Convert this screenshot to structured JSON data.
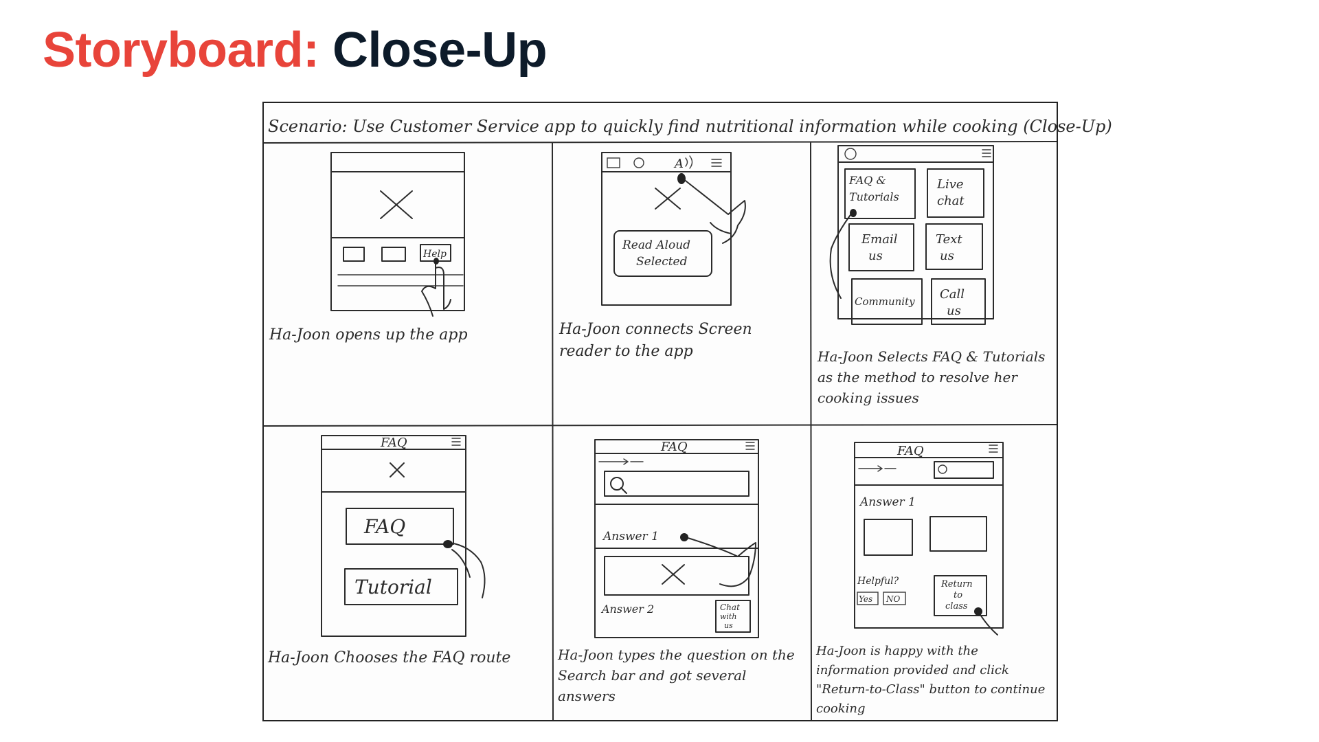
{
  "slide": {
    "title_accent": "Storyboard:",
    "title_main": "Close-Up",
    "accent_color": "#e8443a",
    "title_color": "#0d1b2a"
  },
  "storyboard": {
    "scenario": "Scenario: Use Customer Service app to quickly find nutritional information while cooking (Close-Up)",
    "panels": [
      {
        "caption": "Ha-Joon opens up the app",
        "sketch_labels": {
          "help_button": "Help"
        }
      },
      {
        "caption": "Ha-Joon connects Screen reader to the app",
        "sketch_labels": {
          "read_aloud": "Read Aloud Selected",
          "icon_text": "A"
        }
      },
      {
        "caption": "Ha-Joon Selects FAQ & Tutorials as the method to resolve her cooking issues",
        "sketch_labels": {
          "faq_tutorials": "FAQ & Tutorials",
          "live_chat": "Live chat",
          "email_us": "Email us",
          "text_us": "Text us",
          "community": "Community",
          "call_us": "Call us"
        }
      },
      {
        "caption": "Ha-Joon Chooses the FAQ route",
        "sketch_labels": {
          "header": "FAQ",
          "faq": "FAQ",
          "tutorial": "Tutorial"
        }
      },
      {
        "caption": "Ha-Joon types the question on the Search bar and got several answers",
        "sketch_labels": {
          "header": "FAQ",
          "answer1": "Answer 1",
          "answer2": "Answer 2",
          "chat_with_us": "Chat with us"
        }
      },
      {
        "caption": "Ha-Joon is happy with the information provided and click \"Return-to-Class\" button to continue cooking",
        "sketch_labels": {
          "header": "FAQ",
          "answer1": "Answer 1",
          "helpful": "Helpful?",
          "yes": "Yes",
          "no": "NO",
          "return_to_class": "Return to class"
        }
      }
    ]
  }
}
